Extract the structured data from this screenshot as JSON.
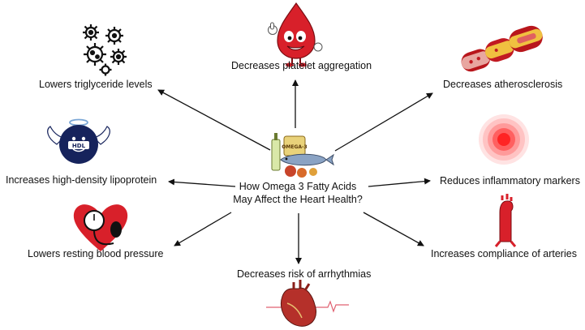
{
  "center": {
    "title_line1": "How Omega 3 Fatty Acids",
    "title_line2": "May Affect the Heart Health?",
    "bottle_label": "OMEGA-3",
    "icon": "omega3-fish-oil-icon"
  },
  "effects": [
    {
      "id": "triglyceride",
      "label": "Lowers triglyceride levels",
      "icon": "lipid-molecules-icon"
    },
    {
      "id": "platelet",
      "label": "Decreases platelet aggregation",
      "icon": "blood-drop-mascot-icon"
    },
    {
      "id": "atherosclerosis",
      "label": "Decreases atherosclerosis",
      "icon": "plaque-artery-icon"
    },
    {
      "id": "hdl",
      "label": "Increases high-density lipoprotein",
      "icon": "hdl-angel-icon",
      "badge": "HDL"
    },
    {
      "id": "inflammatory",
      "label": "Reduces inflammatory markers",
      "icon": "inflammation-glow-icon"
    },
    {
      "id": "blood-pressure",
      "label": "Lowers resting blood pressure",
      "icon": "blood-pressure-heart-icon"
    },
    {
      "id": "arrhythmias",
      "label": "Decreases risk of arrhythmias",
      "icon": "heart-ecg-icon"
    },
    {
      "id": "compliance",
      "label": "Increases compliance of arteries",
      "icon": "aorta-icon"
    }
  ],
  "colors": {
    "arrow": "#111111",
    "blood_red": "#d8202a",
    "hdl_navy": "#16235c",
    "fish_blue": "#8aa3c4",
    "bottle_yellow": "#e9d27a"
  }
}
